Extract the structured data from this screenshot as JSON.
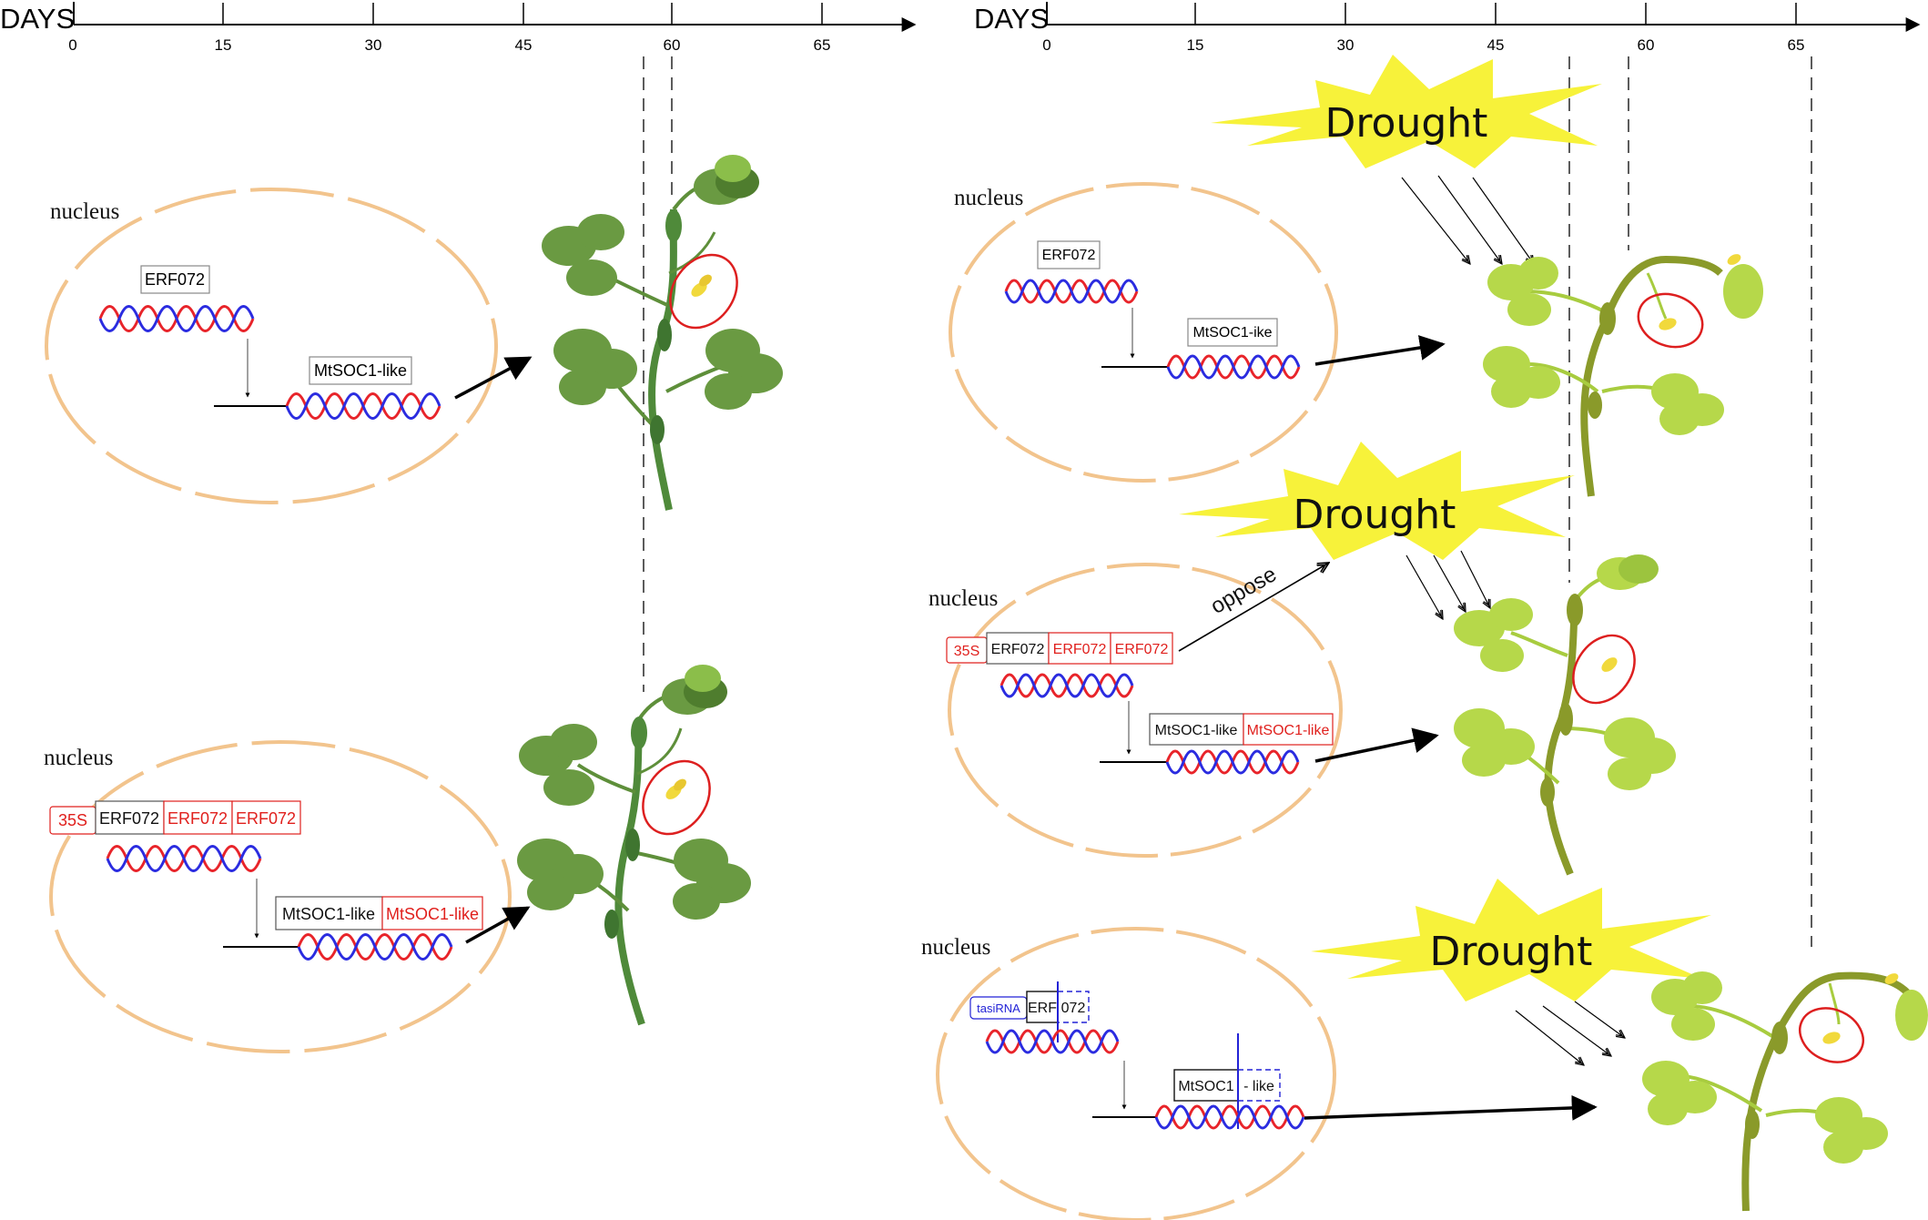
{
  "timeline": {
    "title": "DAYS",
    "ticks": [
      "0",
      "15",
      "30",
      "45",
      "60",
      "65"
    ]
  },
  "labels": {
    "nucleus": "nucleus",
    "drought": "Drought",
    "oppose": "oppose",
    "promoter": "35S",
    "tasirna": "tasiRNA"
  },
  "genes": {
    "erf": "ERF072",
    "soc": "MtSOC1-like",
    "soc_typo": "MtSOC1-ike",
    "erf_split_a": "ERF",
    "erf_split_b": "072",
    "soc_split_a": "MtSOC1",
    "soc_split_b": "- like"
  },
  "colors": {
    "nucleus": "#f2c48d",
    "overexpression": "#e0201d",
    "silencing": "#2222d6",
    "dna_red": "#e8242a",
    "dna_blue": "#2b2ce0",
    "plant_dark": "#5e8f3a",
    "plant_light": "#a8cc3f",
    "drought_burst": "#f7f23a",
    "flower": "#f1d93c"
  }
}
